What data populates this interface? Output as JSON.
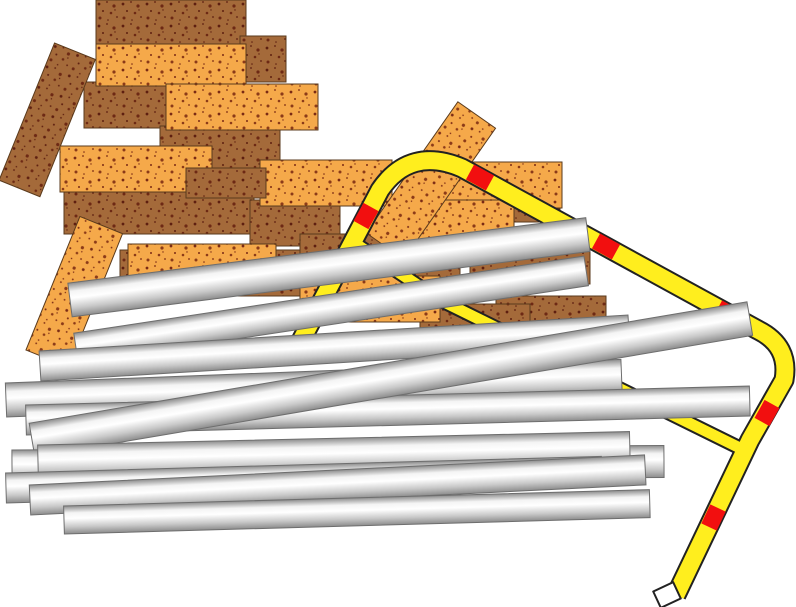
{
  "scene": {
    "subject": "construction-materials",
    "background_color": "#ffffff",
    "groups": [
      {
        "id": "brick-pile",
        "kind": "bricks",
        "colors": {
          "light": "#f5a94a",
          "dark": "#a46a3a",
          "speckle": "#7a2a14"
        }
      },
      {
        "id": "barrier",
        "kind": "barrier-frame",
        "colors": {
          "base": "#ffee1e",
          "stripe": "#f20f0f",
          "outline": "#222222"
        }
      },
      {
        "id": "pipe-pile",
        "kind": "metal-pipes",
        "colors": {
          "light": "#f4f4f4",
          "mid": "#c8c8c8",
          "dark": "#8c8c8c",
          "outline": "#6e6e6e"
        }
      }
    ]
  }
}
